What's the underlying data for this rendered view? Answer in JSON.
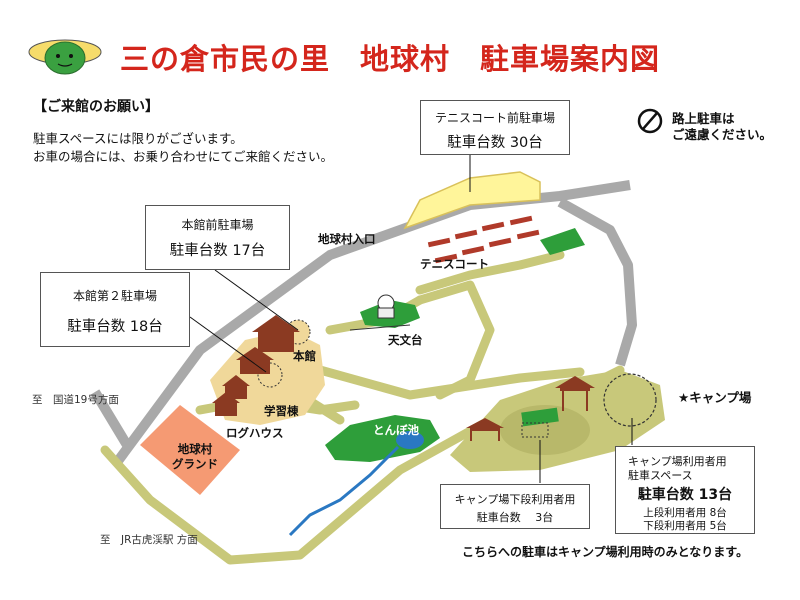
{
  "title": "三の倉市民の里　地球村　駐車場案内図",
  "request": {
    "heading": "【ご来館のお願い】",
    "line1": "駐車スペースには限りがございます。",
    "line2": "お車の場合には、お乗り合わせにてご来館ください。"
  },
  "no_street_parking": {
    "line1": "路上駐車は",
    "line2": "ご遠慮ください。"
  },
  "lots": {
    "tennis_front": {
      "name": "テニスコート前駐車場",
      "count": "駐車台数  30台"
    },
    "main_front": {
      "name": "本館前駐車場",
      "count": "駐車台数  17台"
    },
    "main_second": {
      "name": "本館第２駐車場",
      "count": "駐車台数  18台"
    },
    "camp_lower": {
      "name": "キャンプ場下段利用者用",
      "count": "駐車台数　 3台"
    },
    "camp_users": {
      "name1": "キャンプ場利用者用",
      "name2": "駐車スペース",
      "count": "駐車台数 13台",
      "upper": "上段利用者用  8台",
      "lower": "下段利用者用  5台"
    }
  },
  "labels": {
    "entrance": "地球村入口",
    "tennis": "テニスコート",
    "observatory": "天文台",
    "main_hall": "本館",
    "study_hall": "学習棟",
    "log_house": "ログハウス",
    "pond": "とんぼ池",
    "ground": "地球村\nグランド",
    "camp": "★キャンプ場",
    "route19": "至　国道19号方面",
    "kokeisui": "至　JR古虎渓駅 方面"
  },
  "note_bottom": "こちらへの駐車はキャンプ場利用時のみとなります。",
  "colors": {
    "title": "#d4261c",
    "road": "#a9a9a9",
    "path": "#c8c87a",
    "area": "#e6e6a8",
    "green": "#2e9e3a",
    "ground": "#f59a73",
    "building": "#8b3a22",
    "water": "#2a78c2",
    "parking_fill": "#fff59a",
    "parking_outline": "#d9c15a"
  }
}
